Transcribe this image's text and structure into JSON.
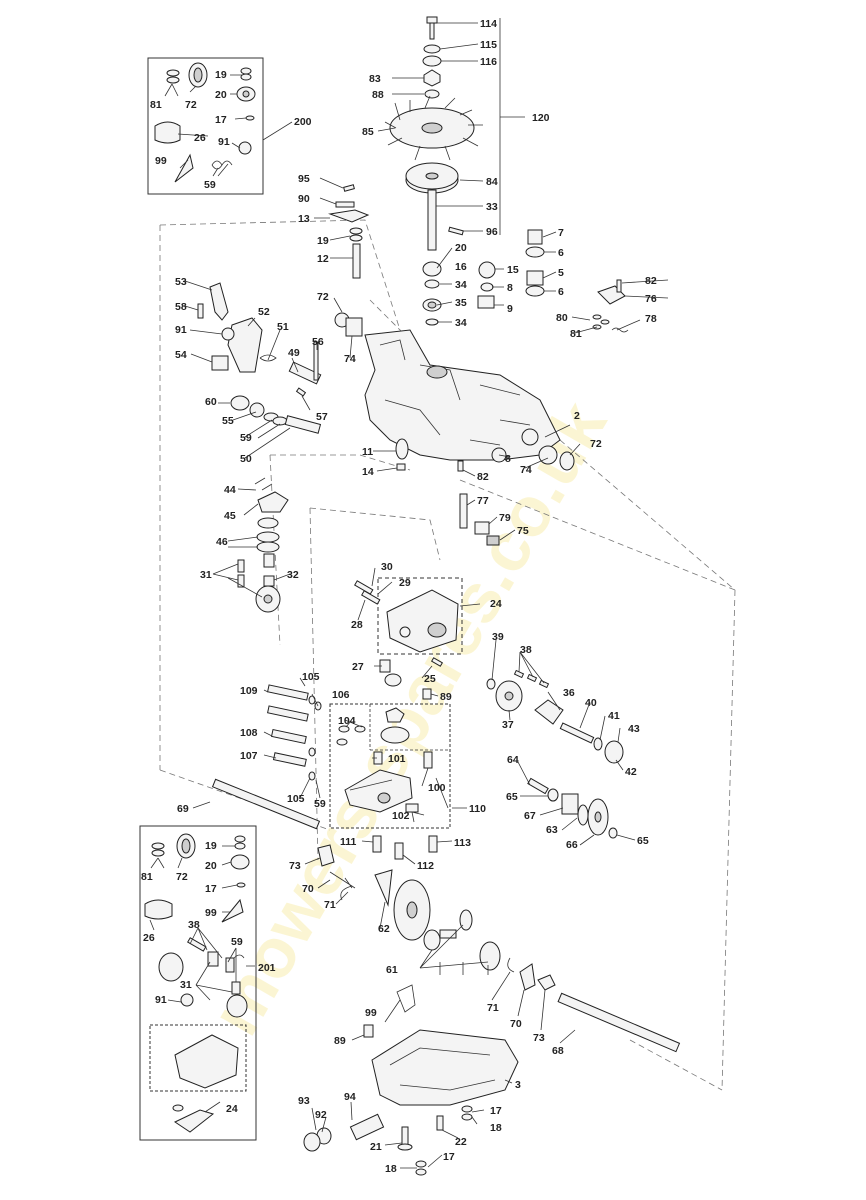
{
  "watermark": "mowers-spares.co.uk",
  "callouts": {
    "n1": "114",
    "n2": "115",
    "n3": "116",
    "n4": "83",
    "n5": "88",
    "n6": "120",
    "n7": "85",
    "n8": "84",
    "n9": "33",
    "n10": "96",
    "n11": "95",
    "n12": "90",
    "n13": "13",
    "n14": "19",
    "n15": "12",
    "n16": "20",
    "n17": "16",
    "n18": "34",
    "n19": "35",
    "n20": "34",
    "n21": "15",
    "n22": "8",
    "n23": "9",
    "n24": "7",
    "n25": "6",
    "n26": "5",
    "n27": "6",
    "n28": "82",
    "n29": "76",
    "n30": "80",
    "n31": "81",
    "n32": "78",
    "n33": "53",
    "n34": "58",
    "n35": "52",
    "n36": "91",
    "n37": "51",
    "n38": "54",
    "n39": "49",
    "n40": "56",
    "n41": "57",
    "n42": "72",
    "n43": "74",
    "n44": "60",
    "n45": "55",
    "n46": "59",
    "n47": "50",
    "n48": "2",
    "n49": "72",
    "n50": "8",
    "n51": "74",
    "n52": "11",
    "n53": "14",
    "n54": "82",
    "n55": "77",
    "n56": "79",
    "n57": "75",
    "n58": "44",
    "n59": "45",
    "n60": "46",
    "n61": "31",
    "n62": "32",
    "n63": "30",
    "n64": "29",
    "n65": "24",
    "n66": "28",
    "n67": "27",
    "n68": "25",
    "n69": "39",
    "n70": "38",
    "n71": "36",
    "n72": "89",
    "n73": "37",
    "n74": "40",
    "n75": "41",
    "n76": "43",
    "n77": "42",
    "n78": "105",
    "n79": "106",
    "n80": "109",
    "n81": "104",
    "n82": "108",
    "n83": "101",
    "n84": "107",
    "n85": "100",
    "n86": "105",
    "n87": "59",
    "n88": "110",
    "n89": "102",
    "n90": "64",
    "n91": "65",
    "n92": "67",
    "n93": "63",
    "n94": "66",
    "n95": "65",
    "n96": "69",
    "n97": "111",
    "n98": "113",
    "n99": "112",
    "n100": "73",
    "n101": "70",
    "n102": "71",
    "n103": "62",
    "n104": "61",
    "n105": "71",
    "n106": "70",
    "n107": "73",
    "n108": "68",
    "n109": "99",
    "n110": "89",
    "n111": "3",
    "n112": "93",
    "n113": "94",
    "n114": "92",
    "n115": "17",
    "n116": "18",
    "n117": "21",
    "n118": "22",
    "n119": "18",
    "n120": "17",
    "k1": "19",
    "k2": "81",
    "k3": "72",
    "k4": "20",
    "k5": "17",
    "k6": "26",
    "k7": "91",
    "k8": "99",
    "k9": "59",
    "k10": "200",
    "m1": "19",
    "m2": "81",
    "m3": "72",
    "m4": "20",
    "m5": "17",
    "m6": "99",
    "m7": "26",
    "m8": "38",
    "m9": "59",
    "m10": "201",
    "m11": "31",
    "m12": "91",
    "m13": "24"
  }
}
